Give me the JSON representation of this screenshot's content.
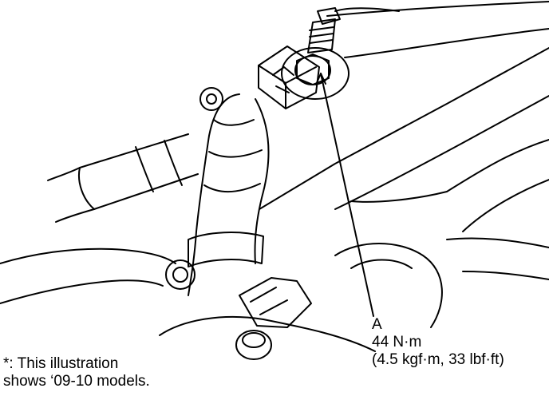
{
  "callout": {
    "letter": "A",
    "torque_nm": "44 N·m",
    "torque_alt": "(4.5 kgf·m, 33 lbf·ft)"
  },
  "footnote": {
    "line1": "*: This illustration",
    "line2": "shows ‘09-10 models."
  },
  "colors": {
    "line": "#000000",
    "background": "#ffffff"
  }
}
